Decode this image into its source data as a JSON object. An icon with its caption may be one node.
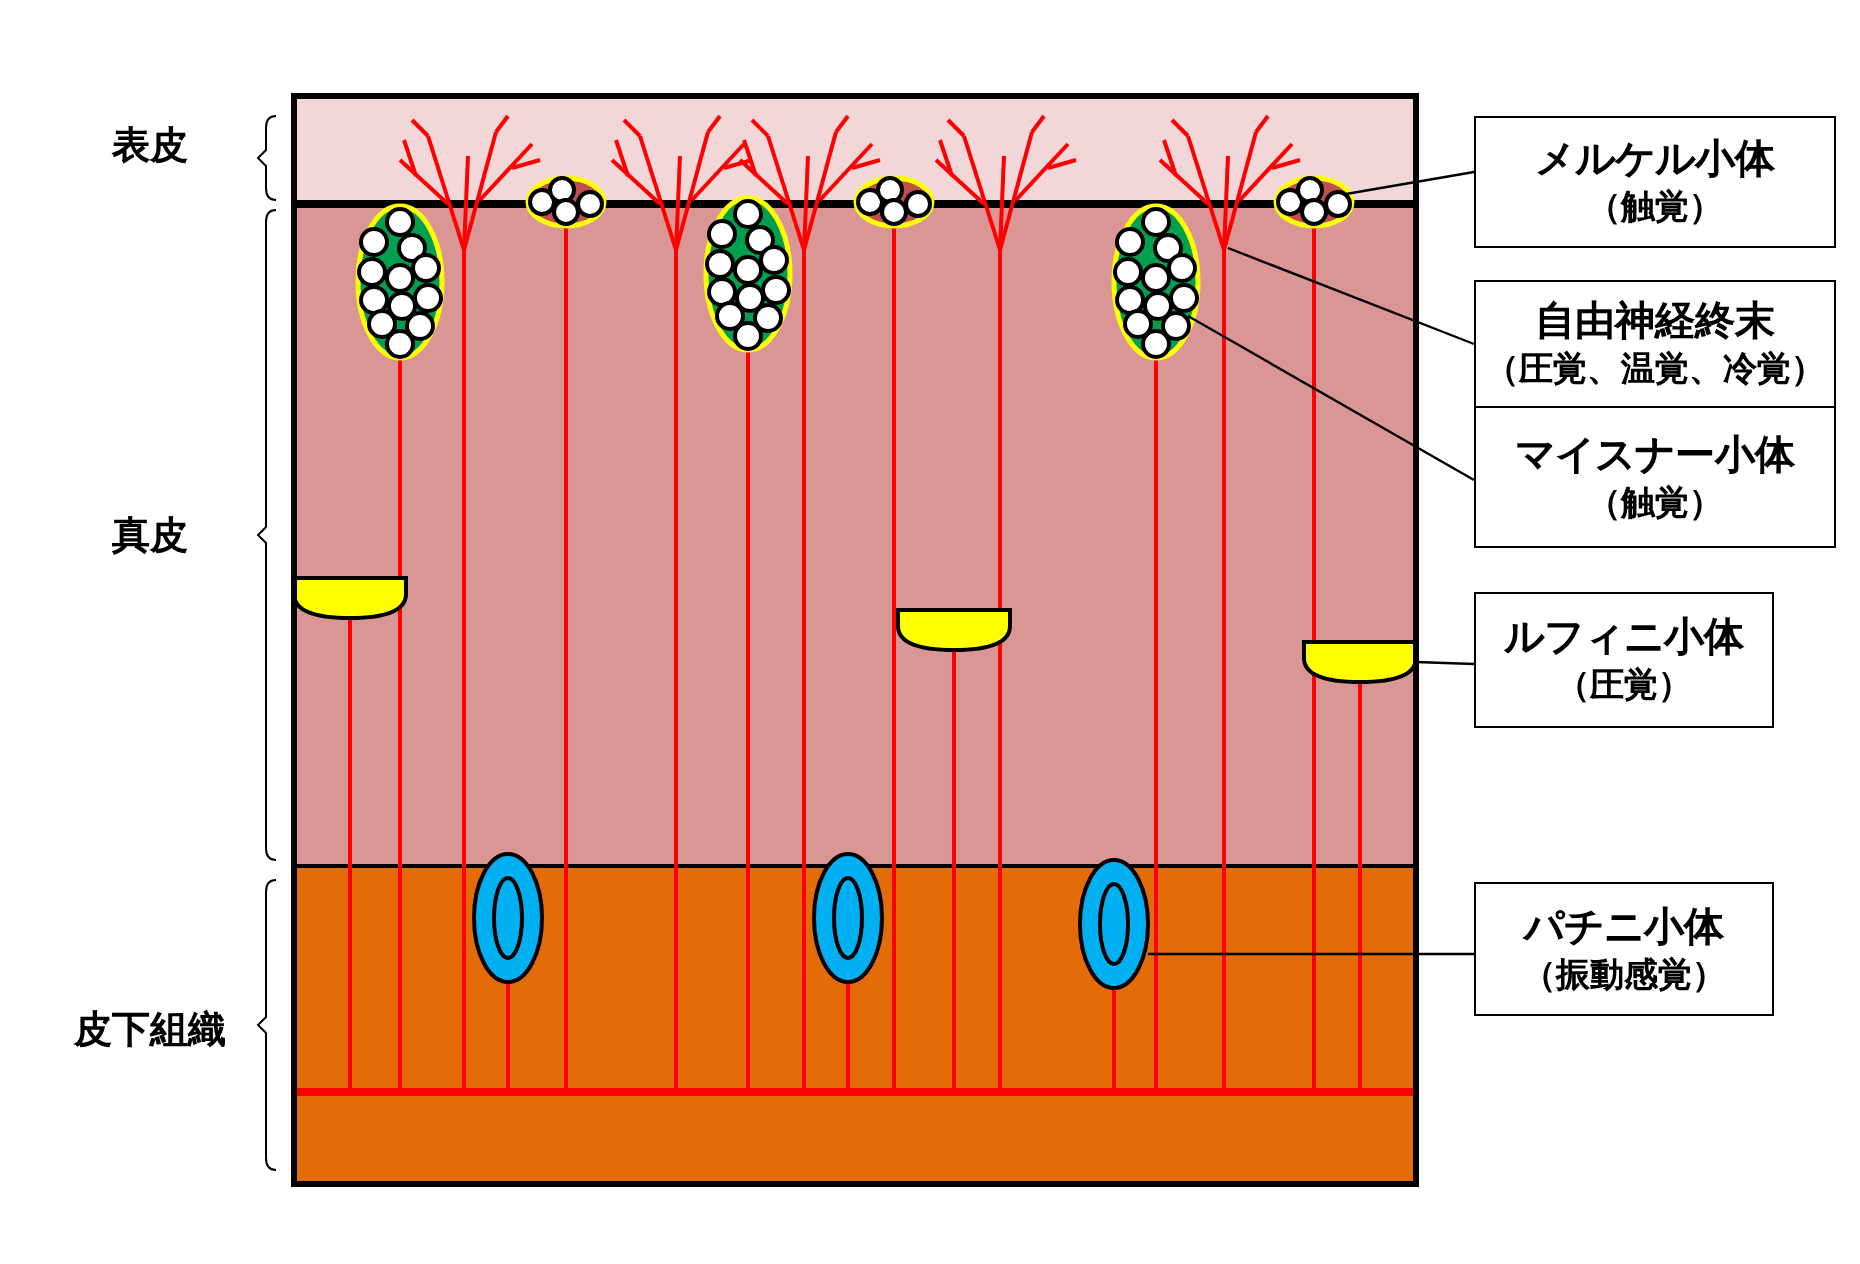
{
  "diagram": {
    "nodes": [
      {
        "text": [
          "メルケル小体",
          "（触覚）"
        ]
      },
      {
        "text": [
          "自由神経終末",
          "（圧覚、温覚、冷覚）"
        ]
      },
      {
        "text": [
          "マイスナー小体",
          "（触覚）"
        ]
      },
      {
        "text": [
          "ルフィニ小体",
          "（圧覚）"
        ]
      },
      {
        "text": [
          "パチニ小体",
          "（振動感覚）"
        ]
      },
      {
        "text": [],
        "shape": "picture"
      },
      {
        "text": [],
        "shape": "picture"
      },
      {
        "text": [],
        "shape": "picture"
      },
      {
        "text": [],
        "shape": "picture"
      },
      {
        "text": [],
        "shape": "picture"
      }
    ],
    "edges": [
      {
        "from": 0,
        "to": 5,
        "arrow": "none"
      },
      {
        "from": 1,
        "to": 6,
        "arrow": "none"
      },
      {
        "from": 2,
        "to": 7,
        "arrow": "none"
      },
      {
        "from": 3,
        "to": 8,
        "arrow": "none"
      },
      {
        "from": 4,
        "to": 9,
        "arrow": "none"
      }
    ],
    "labels": [
      "表皮",
      "真皮",
      "皮下組織"
    ]
  }
}
